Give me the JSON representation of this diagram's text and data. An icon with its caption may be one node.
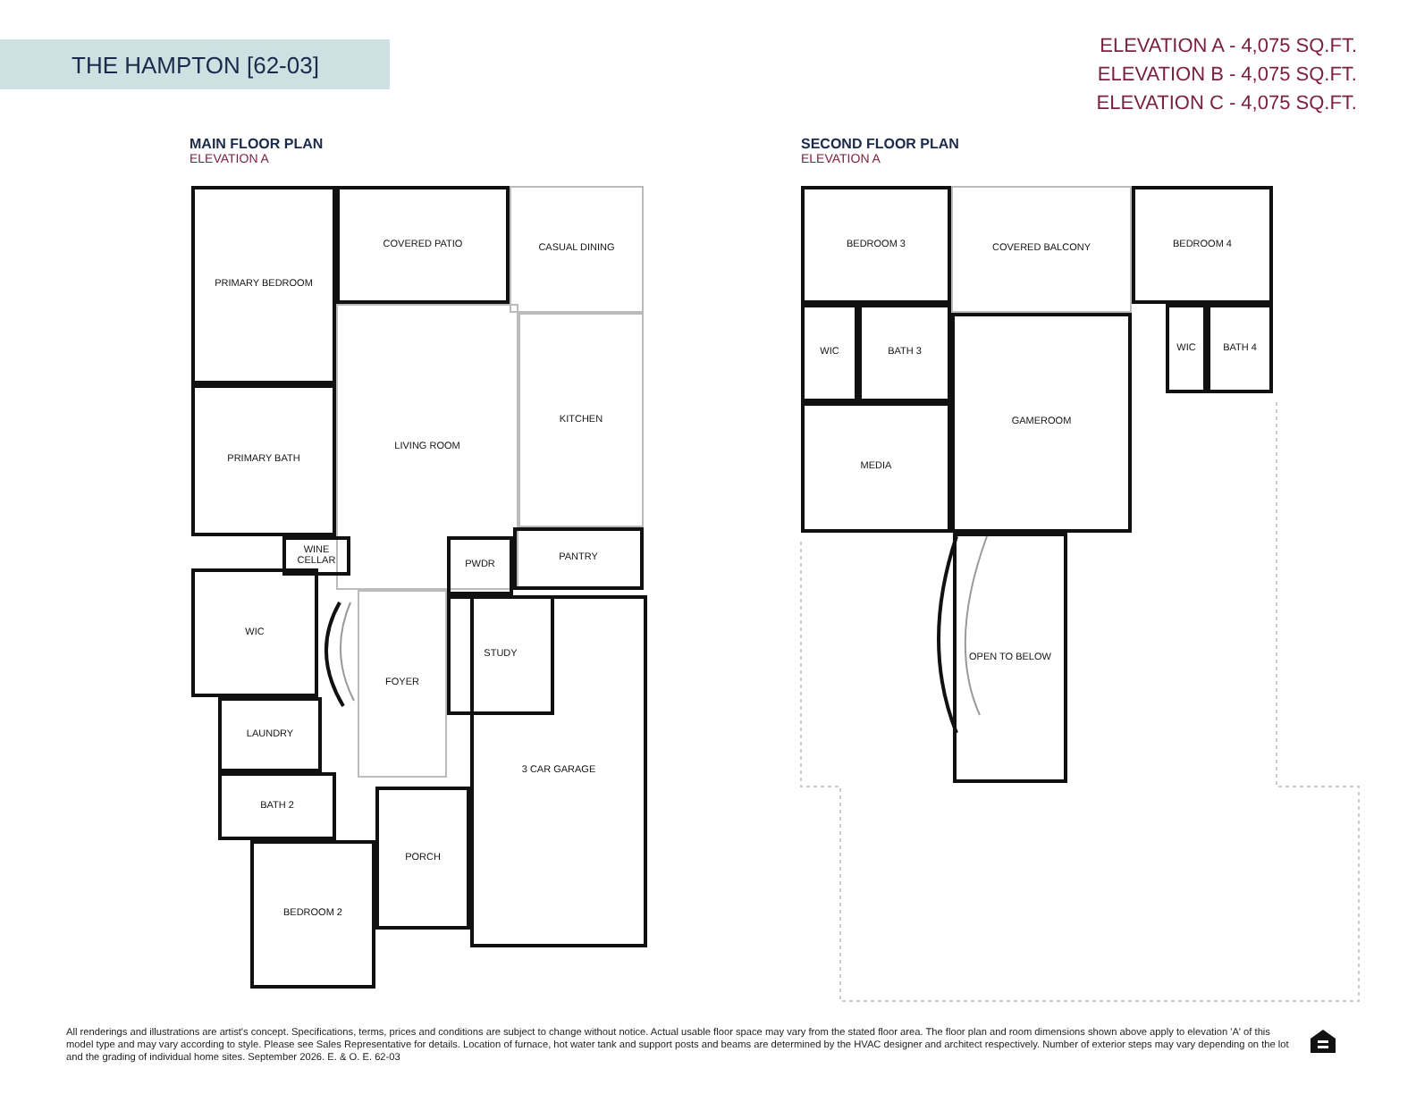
{
  "diagram": {
    "title": "THE HAMPTON [62-03]",
    "caption": "All renderings and illustrations are artist's concept. Specifications, terms, prices and conditions are subject to change without notice. Actual usable floor space may vary from the stated floor area. The floor plan and room dimensions shown above apply to elevation 'A' of this model type and may vary according to style. Please see Sales Representative for details. Location of furnace, hot water tank and support posts and beams are determined by the HVAC designer and architect respectively. Number of exterior steps may vary depending on the lot and the grading of individual home sites. September 2026. E. & O. E. 62-03",
    "nodes": [
      {
        "text": [
          "PRIMARY BEDROOM"
        ]
      },
      {
        "text": [
          "COVERED PATIO"
        ]
      },
      {
        "text": [
          "CASUAL DINING"
        ]
      },
      {
        "text": [
          "LIVING ROOM"
        ]
      },
      {
        "text": [
          "KITCHEN"
        ]
      },
      {
        "text": [
          "PRIMARY BATH"
        ]
      },
      {
        "text": [
          "WINE CELLAR"
        ]
      },
      {
        "text": [
          "PANTRY"
        ]
      },
      {
        "text": [
          "PWDR"
        ]
      },
      {
        "text": [
          "WIC"
        ]
      },
      {
        "text": [
          "STUDY"
        ]
      },
      {
        "text": [
          "FOYER"
        ]
      },
      {
        "text": [
          "LAUNDRY"
        ]
      },
      {
        "text": [
          "BATH 2"
        ]
      },
      {
        "text": [
          "3 CAR GARAGE"
        ]
      },
      {
        "text": [
          "PORCH"
        ]
      },
      {
        "text": [
          "BEDROOM 2"
        ]
      },
      {
        "text": [
          "BEDROOM 3"
        ]
      },
      {
        "text": [
          "COVERED BALCONY"
        ]
      },
      {
        "text": [
          "BEDROOM 4"
        ]
      },
      {
        "text": [
          "WIC"
        ]
      },
      {
        "text": [
          "BATH 3"
        ]
      },
      {
        "text": [
          "WIC"
        ]
      },
      {
        "text": [
          "BATH 4"
        ]
      },
      {
        "text": [
          "GAMEROOM"
        ]
      },
      {
        "text": [
          "MEDIA"
        ]
      },
      {
        "text": [
          "OPEN TO BELOW"
        ]
      }
    ],
    "labels": [
      "ELEVATION A - 4,075 SQ.FT.",
      "ELEVATION B - 4,075 SQ.FT.",
      "ELEVATION C - 4,075 SQ.FT.",
      "MAIN FLOOR PLAN",
      "ELEVATION A",
      "SECOND FLOOR PLAN",
      "ELEVATION A"
    ]
  }
}
